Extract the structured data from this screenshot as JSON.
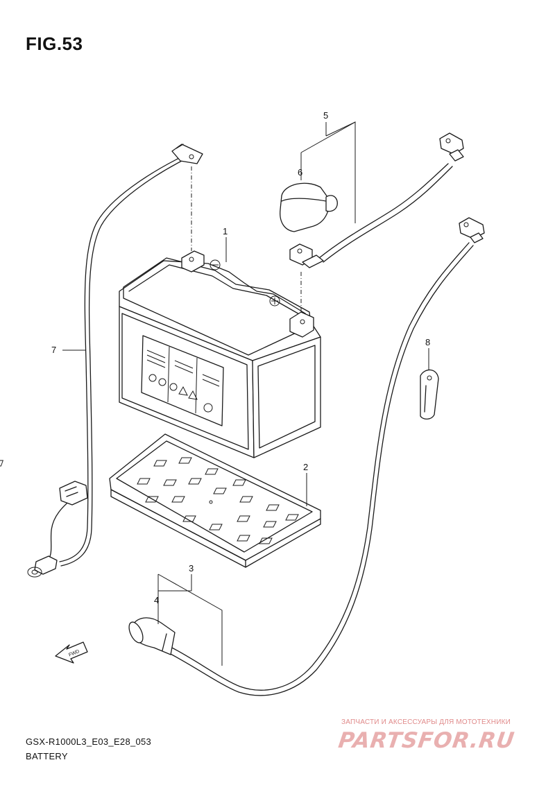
{
  "figure": {
    "title": "FIG.53",
    "code": "GSX-R1000L3_E03_E28_053",
    "name": "BATTERY"
  },
  "callouts": {
    "c1": "1",
    "c2": "2",
    "c3": "3",
    "c4": "4",
    "c5": "5",
    "c6": "6",
    "c7": "7",
    "c8": "8"
  },
  "fwd_label": "FWD",
  "watermark": {
    "tagline": "ЗАПЧАСТИ И АКСЕССУАРЫ ДЛЯ МОТОТЕХНИКИ",
    "logo": "PARTSFOR.RU"
  }
}
